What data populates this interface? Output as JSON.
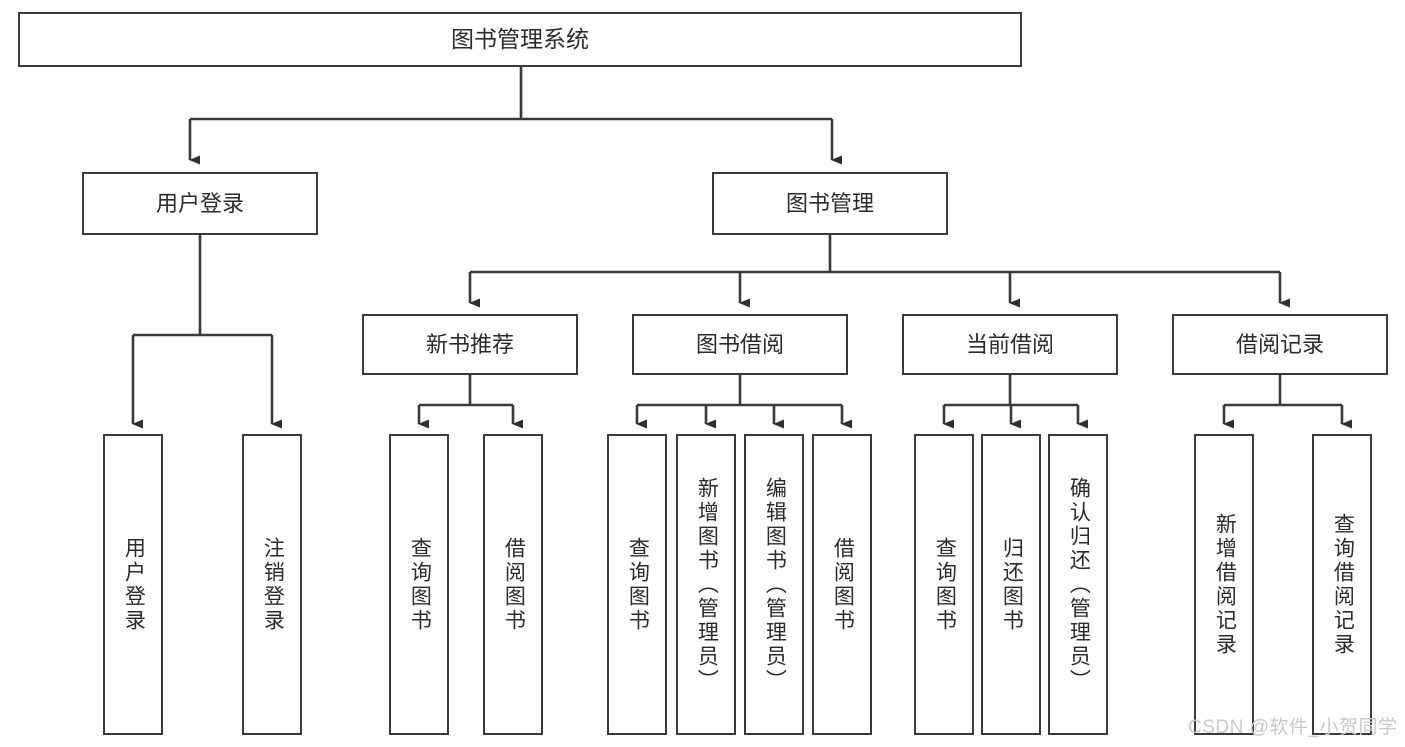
{
  "diagram": {
    "title": "图书管理系统",
    "type": "tree-hierarchy",
    "stroke_color": "#3a3a3a",
    "text_color": "#2b2b2b",
    "background_color": "#ffffff",
    "watermark": "CSDN @软件_小贺同学"
  },
  "nodes": {
    "root": {
      "label": "图书管理系统"
    },
    "level1": [
      {
        "label": "用户登录"
      },
      {
        "label": "图书管理"
      }
    ],
    "level2": [
      {
        "label": "新书推荐"
      },
      {
        "label": "图书借阅"
      },
      {
        "label": "当前借阅"
      },
      {
        "label": "借阅记录"
      }
    ],
    "leaves": {
      "user_login": [
        {
          "label": "用户登录"
        },
        {
          "label": "注销登录"
        }
      ],
      "new_book_recommend": [
        {
          "label": "查询图书"
        },
        {
          "label": "借阅图书"
        }
      ],
      "book_borrow": [
        {
          "label": "查询图书"
        },
        {
          "label": "新增图书（管理员）"
        },
        {
          "label": "编辑图书（管理员）"
        },
        {
          "label": "借阅图书"
        }
      ],
      "current_borrow": [
        {
          "label": "查询图书"
        },
        {
          "label": "归还图书"
        },
        {
          "label": "确认归还（管理员）"
        }
      ],
      "borrow_record": [
        {
          "label": "新增借阅记录"
        },
        {
          "label": "查询借阅记录"
        }
      ]
    }
  }
}
